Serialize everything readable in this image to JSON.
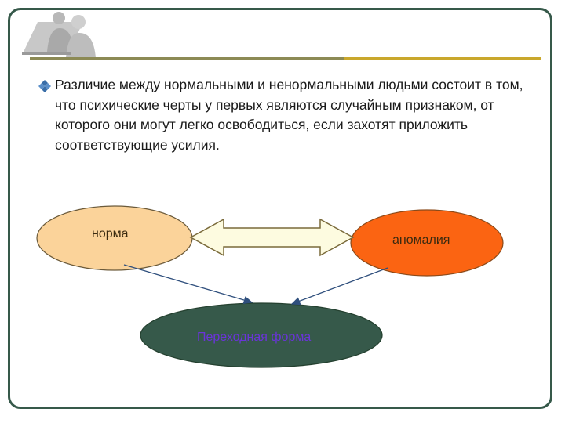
{
  "content": {
    "bullet_icon": "diamond-bullet-icon",
    "paragraph": "Различие между нормальными и ненормальными людьми состоит в том, что психические черты у первых являются случайным признаком, от которого они могут легко освободиться, если захотят приложить соответствующие усилия."
  },
  "diagram": {
    "nodes": {
      "norm": "норма",
      "anomaly": "аномалия",
      "transition": "Переходная форма"
    },
    "colors": {
      "norm_fill": "#fbd39a",
      "anomaly_fill": "#fb6412",
      "transition_fill": "#36594a",
      "double_arrow_fill": "#fdfbe0",
      "arrow_line": "#2f4f7d"
    }
  },
  "decor": {
    "logo_icon": "business-people-silhouette-icon",
    "frame_color": "#36594a",
    "rule_gold": "#c9a72c"
  }
}
